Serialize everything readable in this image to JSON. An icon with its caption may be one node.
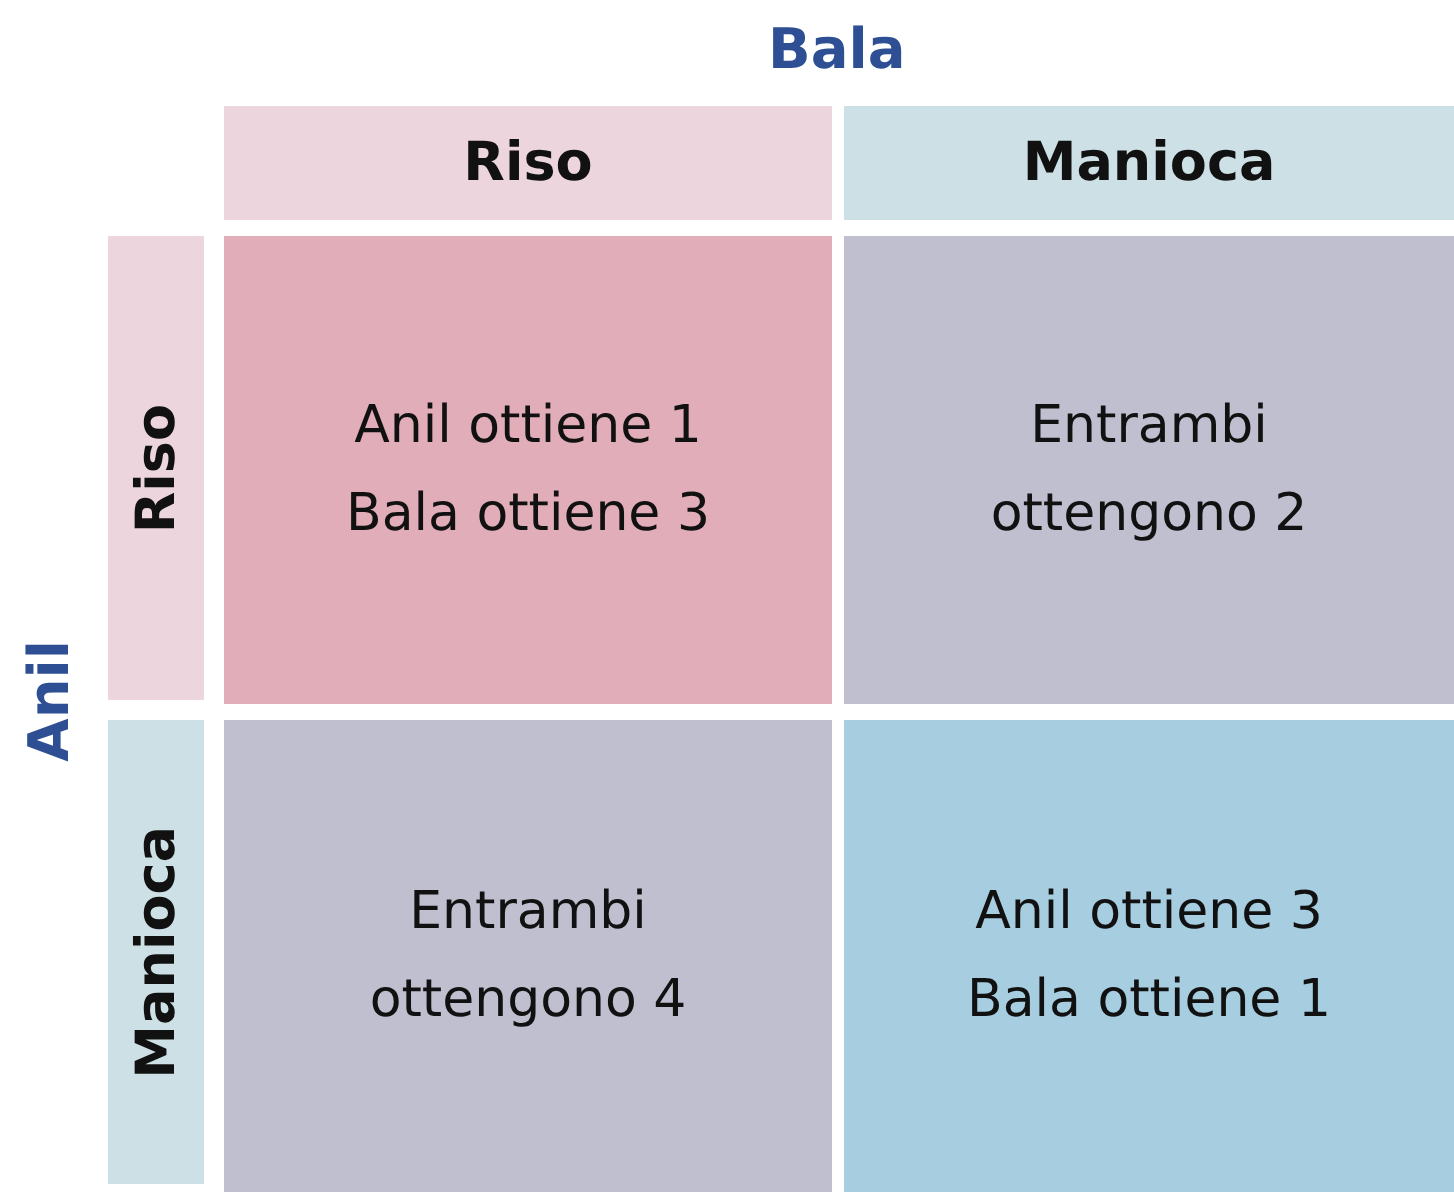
{
  "diagram": {
    "nodes": [
      {
        "text": [
          "Riso"
        ]
      },
      {
        "text": [
          "Manioca"
        ]
      },
      {
        "text": [
          "Riso"
        ]
      },
      {
        "text": [
          "Anil ottiene 1",
          "Bala ottiene 3"
        ]
      },
      {
        "text": [
          "Entrambi ottengono 2"
        ]
      },
      {
        "text": [
          "Manioca"
        ]
      },
      {
        "text": [
          "Entrambi ottengono 4"
        ]
      },
      {
        "text": [
          "Anil ottiene 3",
          "Bala ottiene 1"
        ]
      }
    ],
    "labels": [
      "Bala",
      "Anil"
    ]
  }
}
